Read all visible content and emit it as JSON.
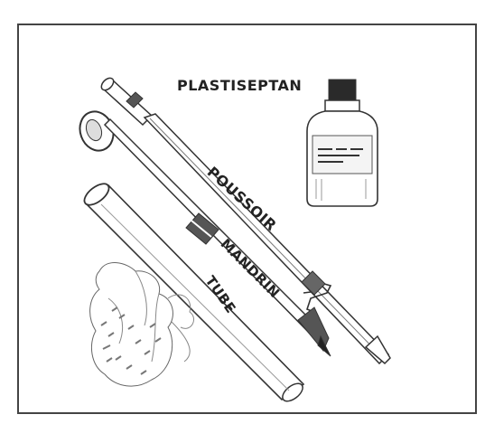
{
  "labels": {
    "plastiseptan": "PLASTISEPTAN",
    "poussoir": "POUSSOIR",
    "mandrin": "MANDRIN",
    "tube": "TUBE"
  },
  "bottle_label_text": "...",
  "colors": {
    "ink": "#222222",
    "frame": "#444444",
    "cap": "#2a2a2a"
  }
}
